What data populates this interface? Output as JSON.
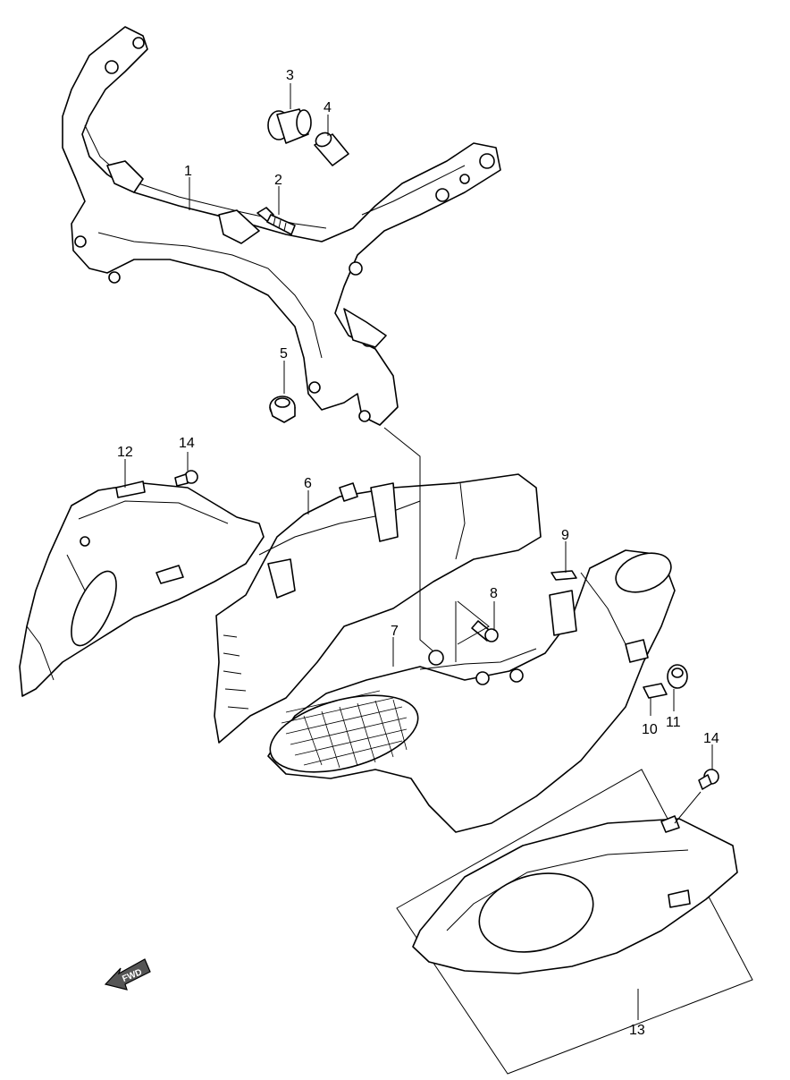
{
  "callouts": {
    "c1": "1",
    "c2": "2",
    "c3": "3",
    "c4": "4",
    "c5": "5",
    "c6": "6",
    "c7": "7",
    "c8": "8",
    "c9": "9",
    "c10": "10",
    "c11": "11",
    "c12": "12",
    "c13": "13",
    "c14a": "14",
    "c14b": "14"
  },
  "fwd_label": "FWD"
}
